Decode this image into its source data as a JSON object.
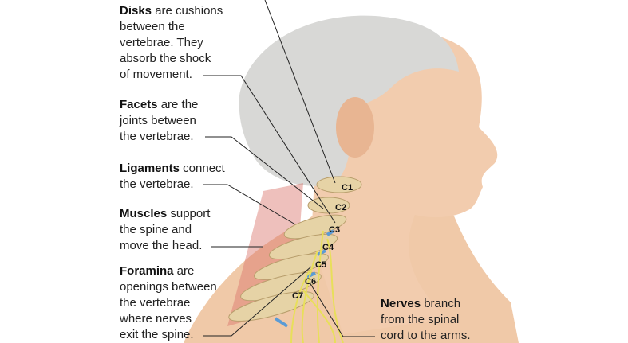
{
  "labels": {
    "disks": {
      "term": "Disks",
      "lines": [
        " are cushions",
        "between the",
        "vertebrae. They",
        "absorb the shock",
        "of movement."
      ]
    },
    "facets": {
      "term": "Facets",
      "lines": [
        " are the",
        "joints between",
        "the vertebrae."
      ]
    },
    "ligaments": {
      "term": "Ligaments",
      "lines": [
        " connect",
        "the vertebrae."
      ]
    },
    "muscles": {
      "term": "Muscles",
      "lines": [
        " support",
        "the spine and",
        "move the head."
      ]
    },
    "foramina": {
      "term": "Foramina",
      "lines": [
        " are",
        "openings between",
        "the vertebrae",
        "where nerves",
        "exit the spine."
      ]
    },
    "nerves": {
      "term": "Nerves",
      "lines": [
        " branch",
        "from the spinal",
        "cord to the arms."
      ]
    }
  },
  "vertebrae": [
    "C1",
    "C2",
    "C3",
    "C4",
    "C5",
    "C6",
    "C7"
  ],
  "colors": {
    "skin": "#f0c9a8",
    "hair": "#d6d6d4",
    "bone": "#e6d3a6",
    "nerve": "#e8df5a",
    "disk": "#5b9bd5",
    "muscle": "#d9736a"
  }
}
